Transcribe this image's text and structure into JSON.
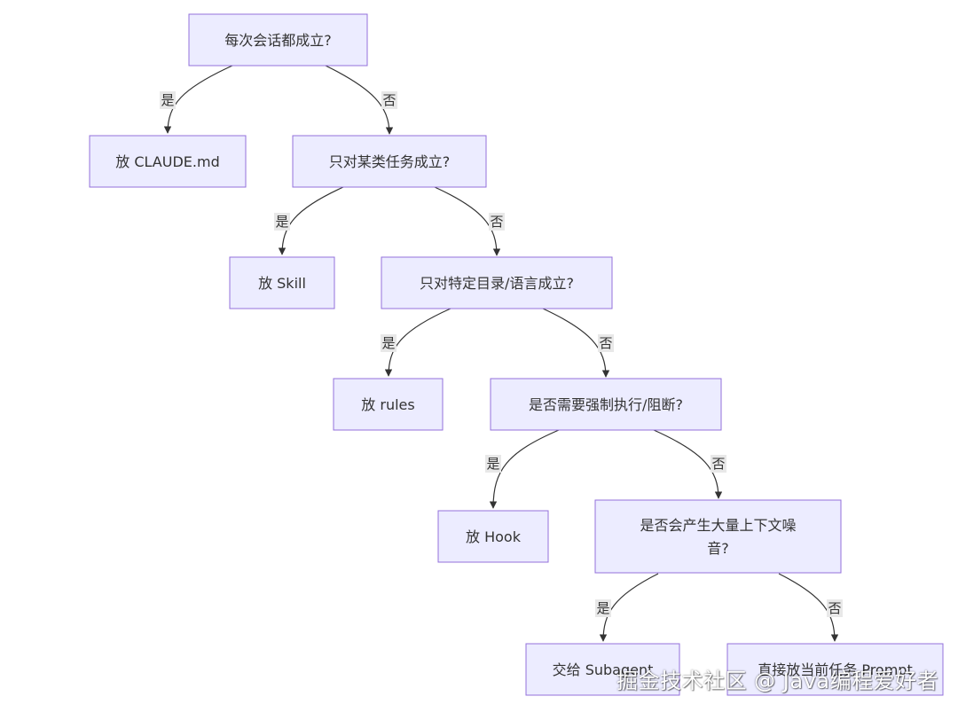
{
  "diagram": {
    "nodes": {
      "q1": {
        "label": "每次会话都成立?"
      },
      "a1": {
        "label": "放 CLAUDE.md"
      },
      "q2": {
        "label": "只对某类任务成立?"
      },
      "a2": {
        "label": "放 Skill"
      },
      "q3": {
        "label": "只对特定目录/语言成立?"
      },
      "a3": {
        "label": "放 rules"
      },
      "q4": {
        "label": "是否需要强制执行/阻断?"
      },
      "a4": {
        "label": "放 Hook"
      },
      "q5": {
        "label_line1": "是否会产生大量上下文噪",
        "label_line2": "音?"
      },
      "a5": {
        "label": "交给 Subagent"
      },
      "a6": {
        "label": "直接放当前任务 Prompt"
      }
    },
    "edge_labels": {
      "yes": "是",
      "no": "否"
    },
    "colors": {
      "node_fill": "#ECECFF",
      "node_stroke": "#9370DB",
      "edge": "#333333",
      "edge_label_bg": "#e8e8e8"
    }
  },
  "watermark": "掘金技术社区 @ Java编程爱好者"
}
